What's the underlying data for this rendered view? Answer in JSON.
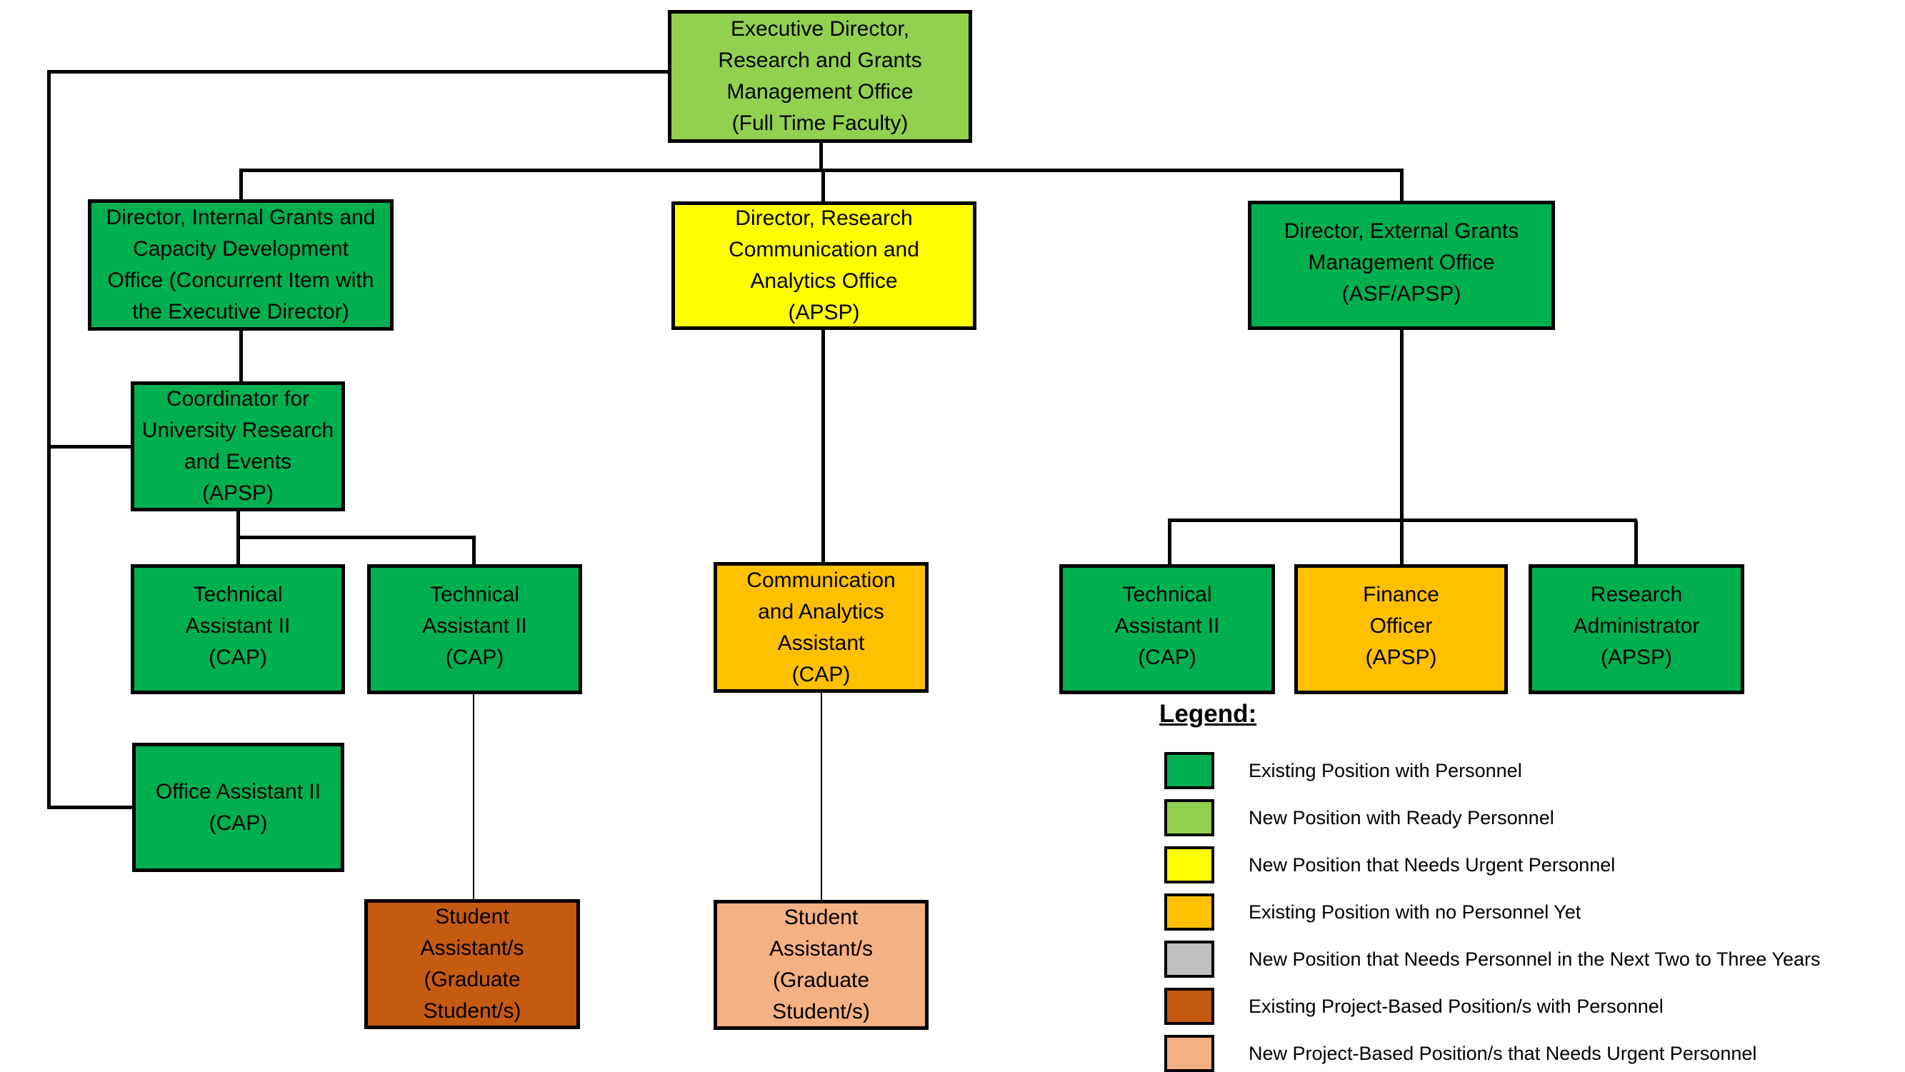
{
  "palette": {
    "existing": "#00B050",
    "new_ready": "#92D050",
    "new_urgent": "#FFFF00",
    "existing_no_personnel": "#FFC000",
    "new_two_three_years": "#BFBFBF",
    "project_existing": "#C55A11",
    "project_new_urgent": "#F4B183"
  },
  "nodes": {
    "exec": {
      "label": "Executive Director,\nResearch and Grants\nManagement Office\n(Full Time Faculty)"
    },
    "dir_internal": {
      "label": "Director, Internal Grants and\nCapacity Development\nOffice (Concurrent Item with\nthe Executive Director)"
    },
    "dir_comm": {
      "label": "Director, Research\nCommunication and\nAnalytics Office\n(APSP)"
    },
    "dir_external": {
      "label": "Director, External Grants\nManagement Office\n(ASF/APSP)"
    },
    "coordinator": {
      "label": "Coordinator for\nUniversity Research\nand Events\n(APSP)"
    },
    "ta_left_1": {
      "label": "Technical\nAssistant II\n(CAP)"
    },
    "ta_left_2": {
      "label": "Technical\nAssistant II\n(CAP)"
    },
    "office_assistant": {
      "label": "Office Assistant II\n(CAP)"
    },
    "comm_assistant": {
      "label": "Communication\nand Analytics\nAssistant\n(CAP)"
    },
    "ta_right": {
      "label": "Technical\nAssistant II\n(CAP)"
    },
    "finance_officer": {
      "label": "Finance\nOfficer\n(APSP)"
    },
    "research_admin": {
      "label": "Research\nAdministrator\n(APSP)"
    },
    "students_project": {
      "label": "Student\nAssistant/s\n(Graduate\nStudent/s)"
    },
    "students_new": {
      "label": "Student\nAssistant/s\n(Graduate\nStudent/s)"
    }
  },
  "legend": {
    "title": "Legend:",
    "items": [
      {
        "label": "Existing Position with Personnel",
        "color": "#00B050"
      },
      {
        "label": "New Position with Ready Personnel",
        "color": "#92D050"
      },
      {
        "label": "New Position that Needs Urgent Personnel",
        "color": "#FFFF00"
      },
      {
        "label": "Existing Position with no Personnel Yet",
        "color": "#FFC000"
      },
      {
        "label": "New Position that Needs Personnel in the Next Two to Three Years",
        "color": "#BFBFBF"
      },
      {
        "label": "Existing Project-Based Position/s with Personnel",
        "color": "#C55A11"
      },
      {
        "label": "New Project-Based Position/s that Needs Urgent Personnel",
        "color": "#F4B183"
      }
    ]
  }
}
